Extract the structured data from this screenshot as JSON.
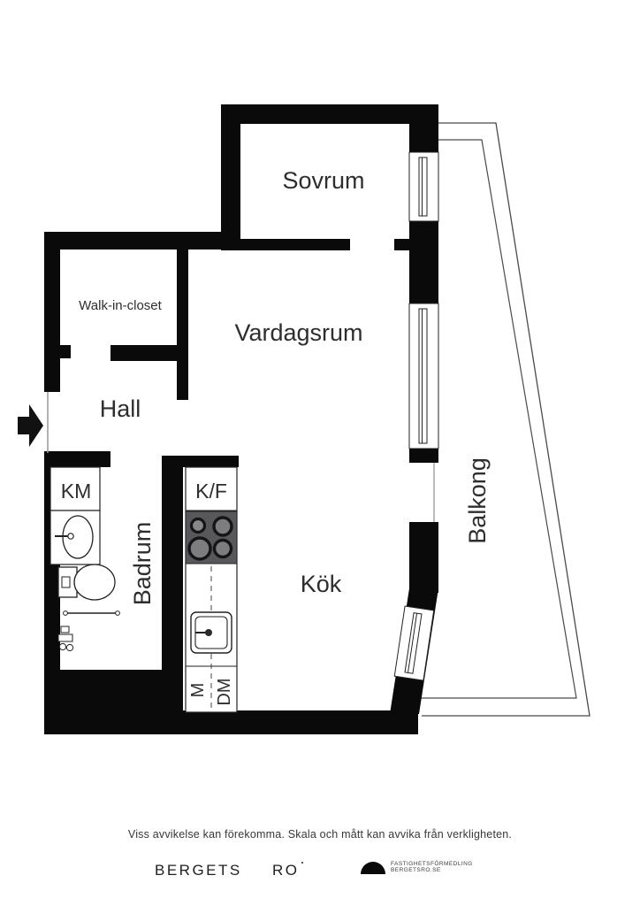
{
  "rooms": {
    "sovrum": "Sovrum",
    "walk_in_closet": "Walk-in-closet",
    "vardagsrum": "Vardagsrum",
    "hall": "Hall",
    "badrum": "Badrum",
    "kok": "Kök",
    "balkong": "Balkong"
  },
  "appliances": {
    "km": "KM",
    "kf": "K/F",
    "m": "M",
    "dm": "DM"
  },
  "footer": {
    "disclaimer": "Viss avvikelse kan förekomma. Skala och mått kan avvika från verkligheten.",
    "brand_left": "BERGETS",
    "brand_right": "RO",
    "logo_line1": "FASTIGHETSFÖRMEDLING",
    "logo_line2": "BERGETSRO.SE"
  },
  "colors": {
    "wall": "#0a0a0a",
    "stove_top": "#58585a",
    "burner": "#7d7d80",
    "label_text": "#2e2e2e",
    "balcony_line": "#4a4a4a"
  }
}
